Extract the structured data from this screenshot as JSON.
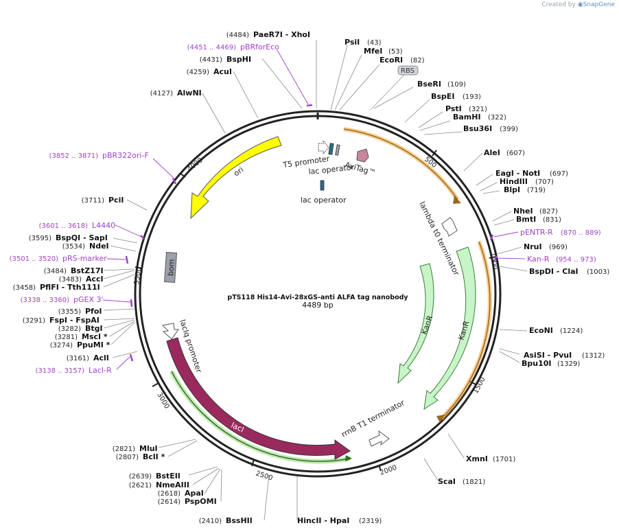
{
  "credit": {
    "prefix": "Created by",
    "brand": "SnapGene"
  },
  "plasmid": {
    "name": "pTS118 His14-Avi-28xGS-anti ALFA tag nanobody",
    "length_label": "4489 bp"
  },
  "ticks": [
    "500",
    "1000",
    "1500",
    "2000",
    "2500",
    "3000",
    "3500",
    "4000"
  ],
  "sites_right": [
    {
      "name": "PsiI",
      "pos": "(43)"
    },
    {
      "name": "MfeI",
      "pos": "(53)"
    },
    {
      "name": "EcoRI",
      "pos": "(82)"
    },
    {
      "name": "BseRI",
      "pos": "(109)"
    },
    {
      "name": "BspEI",
      "pos": "(193)"
    },
    {
      "name": "PstI",
      "pos": "(321)"
    },
    {
      "name": "BamHI",
      "pos": "(322)"
    },
    {
      "name": "Bsu36I",
      "pos": "(399)"
    },
    {
      "name": "AleI",
      "pos": "(607)"
    },
    {
      "name": "EagI  - NotI",
      "pos": "(697)"
    },
    {
      "name": "HindIII",
      "pos": "(707)"
    },
    {
      "name": "BlpI",
      "pos": "(719)"
    },
    {
      "name": "NheI",
      "pos": "(827)"
    },
    {
      "name": "BmtI",
      "pos": "(831)"
    },
    {
      "name": "NruI",
      "pos": "(969)"
    },
    {
      "name": "BspDI  - ClaI",
      "pos": "(1003)"
    },
    {
      "name": "EcoNI",
      "pos": "(1224)"
    },
    {
      "name": "AsiSI  - PvuI",
      "pos": "(1312)"
    },
    {
      "name": "Bpu10I",
      "pos": "(1329)"
    },
    {
      "name": "XmnI",
      "pos": "(1701)"
    },
    {
      "name": "ScaI",
      "pos": "(1821)"
    }
  ],
  "sites_left": [
    {
      "name": "PaeR7I  - XhoI",
      "pos": "(4484)"
    },
    {
      "name": "BspHI",
      "pos": "(4431)"
    },
    {
      "name": "AcuI",
      "pos": "(4259)"
    },
    {
      "name": "AlwNI",
      "pos": "(4127)"
    },
    {
      "name": "PciI",
      "pos": "(3711)"
    },
    {
      "name": "BspQI  - SapI",
      "pos": "(3595)"
    },
    {
      "name": "NdeI",
      "pos": "(3534)"
    },
    {
      "name": "BstZ17I",
      "pos": "(3484)"
    },
    {
      "name": "AccI",
      "pos": "(3483)"
    },
    {
      "name": "PflFI  - Tth111I",
      "pos": "(3458)"
    },
    {
      "name": "PfoI",
      "pos": "(3355)"
    },
    {
      "name": "FspI  - FspAI",
      "pos": "(3291)"
    },
    {
      "name": "BtgI",
      "pos": "(3282)"
    },
    {
      "name": "MscI *",
      "pos": "(3281)"
    },
    {
      "name": "PpuMI *",
      "pos": "(3274)"
    },
    {
      "name": "AclI",
      "pos": "(3161)"
    },
    {
      "name": "MluI",
      "pos": "(2821)"
    },
    {
      "name": "BclI *",
      "pos": "(2807)"
    },
    {
      "name": "BstEII",
      "pos": "(2639)"
    },
    {
      "name": "NmeAIII",
      "pos": "(2621)"
    },
    {
      "name": "ApaI",
      "pos": "(2618)"
    },
    {
      "name": "PspOMI",
      "pos": "(2614)"
    },
    {
      "name": "BssHII",
      "pos": "(2410)"
    },
    {
      "name": "HincII  - HpaI",
      "pos": "(2319)"
    }
  ],
  "primers": [
    {
      "name": "pBRforEco",
      "pos": "(4451 .. 4469)"
    },
    {
      "name": "pBR322ori-F",
      "pos": "(3852 .. 3871)"
    },
    {
      "name": "L4440",
      "pos": "(3601 .. 3618)"
    },
    {
      "name": "pRS-marker",
      "pos": "(3501 .. 3520)"
    },
    {
      "name": "pGEX 3'",
      "pos": "(3338 .. 3360)"
    },
    {
      "name": "LacI-R",
      "pos": "(3138 .. 3157)"
    },
    {
      "name": "pENTR-R",
      "pos": "(870 .. 889)"
    },
    {
      "name": "Kan-R",
      "pos": "(954 .. 973)"
    }
  ],
  "features": {
    "rbs": "RBS",
    "t5_promoter": "T5 promoter",
    "lac_operator_1": "lac operator",
    "lac_operator_2": "lac operator",
    "avitag": "AviTag™",
    "lambda_t0": "lambda t0 terminator",
    "kanr_inner": "KanR",
    "kanr_outer": "KanR",
    "rrnb_t1": "rrnB T1 terminator",
    "laci": "lacI",
    "laciq": "lacIq promoter",
    "bom": "bom",
    "ori": "ori"
  },
  "colors": {
    "ori": "#ffff00",
    "laci": "#9a2a5e",
    "kanr": "#c8f5c8",
    "orange_highlight": "#f2a23a",
    "avitag": "#c9849e",
    "lac_operator": "#2a6a88",
    "bom": "#9aa1aa",
    "primer": "#a040c8"
  }
}
